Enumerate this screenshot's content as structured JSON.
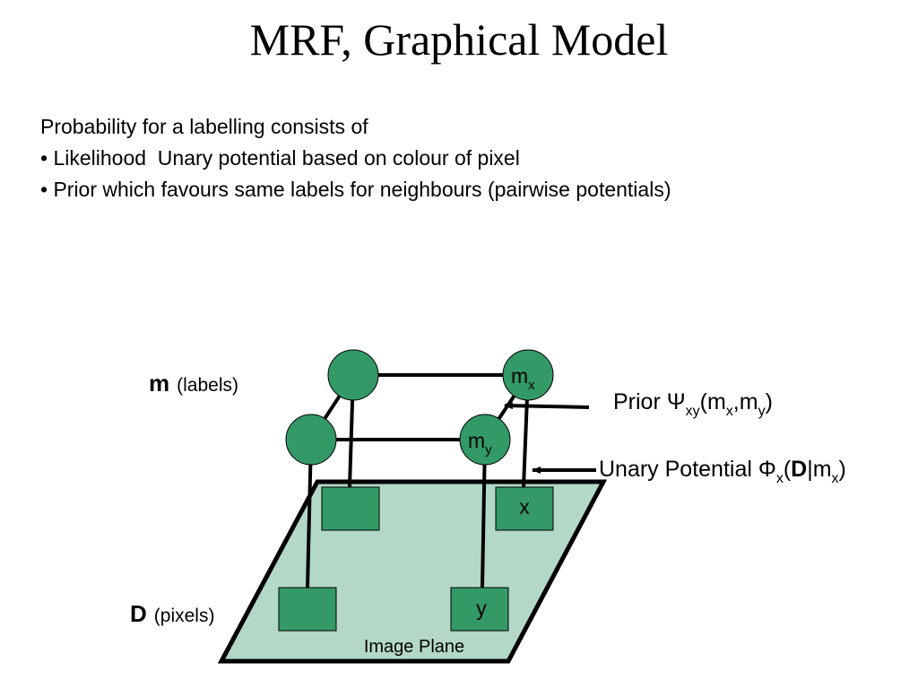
{
  "slide": {
    "title": "MRF, Graphical Model",
    "intro": "Probability for a labelling consists of",
    "bullets": [
      "• Likelihood  Unary potential based on colour of pixel",
      "• Prior which favours same labels for neighbours (pairwise potentials)"
    ]
  },
  "diagram": {
    "labels_layer": {
      "symbol": "m",
      "text": "(labels)"
    },
    "pixels_layer": {
      "symbol": "D",
      "text": "(pixels)"
    },
    "plane_label": "Image Plane",
    "nodes": {
      "mx": {
        "base": "m",
        "sub": "x"
      },
      "my": {
        "base": "m",
        "sub": "y"
      }
    },
    "pixels": {
      "x": "x",
      "y": "y"
    },
    "prior": {
      "prefix": "Prior Ψ",
      "sub": "xy",
      "open": "(m",
      "arg1_sub": "x",
      "mid": ",m",
      "arg2_sub": "y",
      "close": ")"
    },
    "unary": {
      "prefix": "Unary Potential Φ",
      "sub": "x",
      "open": "(",
      "data": "D",
      "mid": "|m",
      "arg_sub": "x",
      "close": ")"
    },
    "colors": {
      "node_fill": "#339966",
      "plane_fill": "#b3d9c6",
      "stroke": "#000000"
    }
  }
}
